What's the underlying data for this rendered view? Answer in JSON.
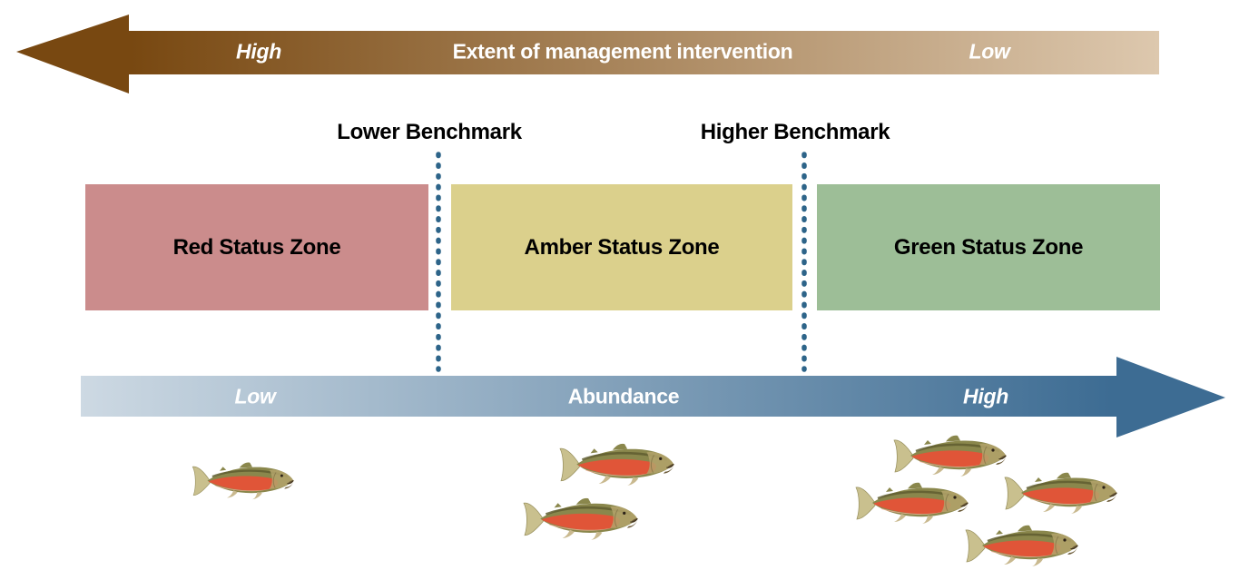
{
  "top_arrow": {
    "direction": "left",
    "left_label": "High",
    "center_label": "Extent of management intervention",
    "right_label": "Low",
    "color_start": "#784811",
    "color_end": "#ddc8ae",
    "text_color": "#ffffff"
  },
  "benchmarks": {
    "lower_label": "Lower Benchmark",
    "higher_label": "Higher Benchmark",
    "line_color": "#2d6489",
    "text_color": "#000000"
  },
  "zones": {
    "red": {
      "label": "Red Status Zone",
      "color": "#cb8c8c"
    },
    "amber": {
      "label": "Amber Status Zone",
      "color": "#dbd08c"
    },
    "green": {
      "label": "Green Status Zone",
      "color": "#9dbe97"
    }
  },
  "bottom_arrow": {
    "direction": "right",
    "left_label": "Low",
    "center_label": "Abundance",
    "right_label": "High",
    "color_start": "#cdd9e3",
    "color_end": "#3d6c93",
    "text_color": "#ffffff"
  },
  "fish": {
    "groups": [
      {
        "zone": "red",
        "count": 1
      },
      {
        "zone": "amber",
        "count": 2
      },
      {
        "zone": "green",
        "count": 4
      }
    ],
    "body_color": "#e05538",
    "back_color": "#8a874c",
    "stripe_color": "#5f5d30",
    "fin_color": "#c9c08e",
    "head_color": "#b3a36b"
  }
}
